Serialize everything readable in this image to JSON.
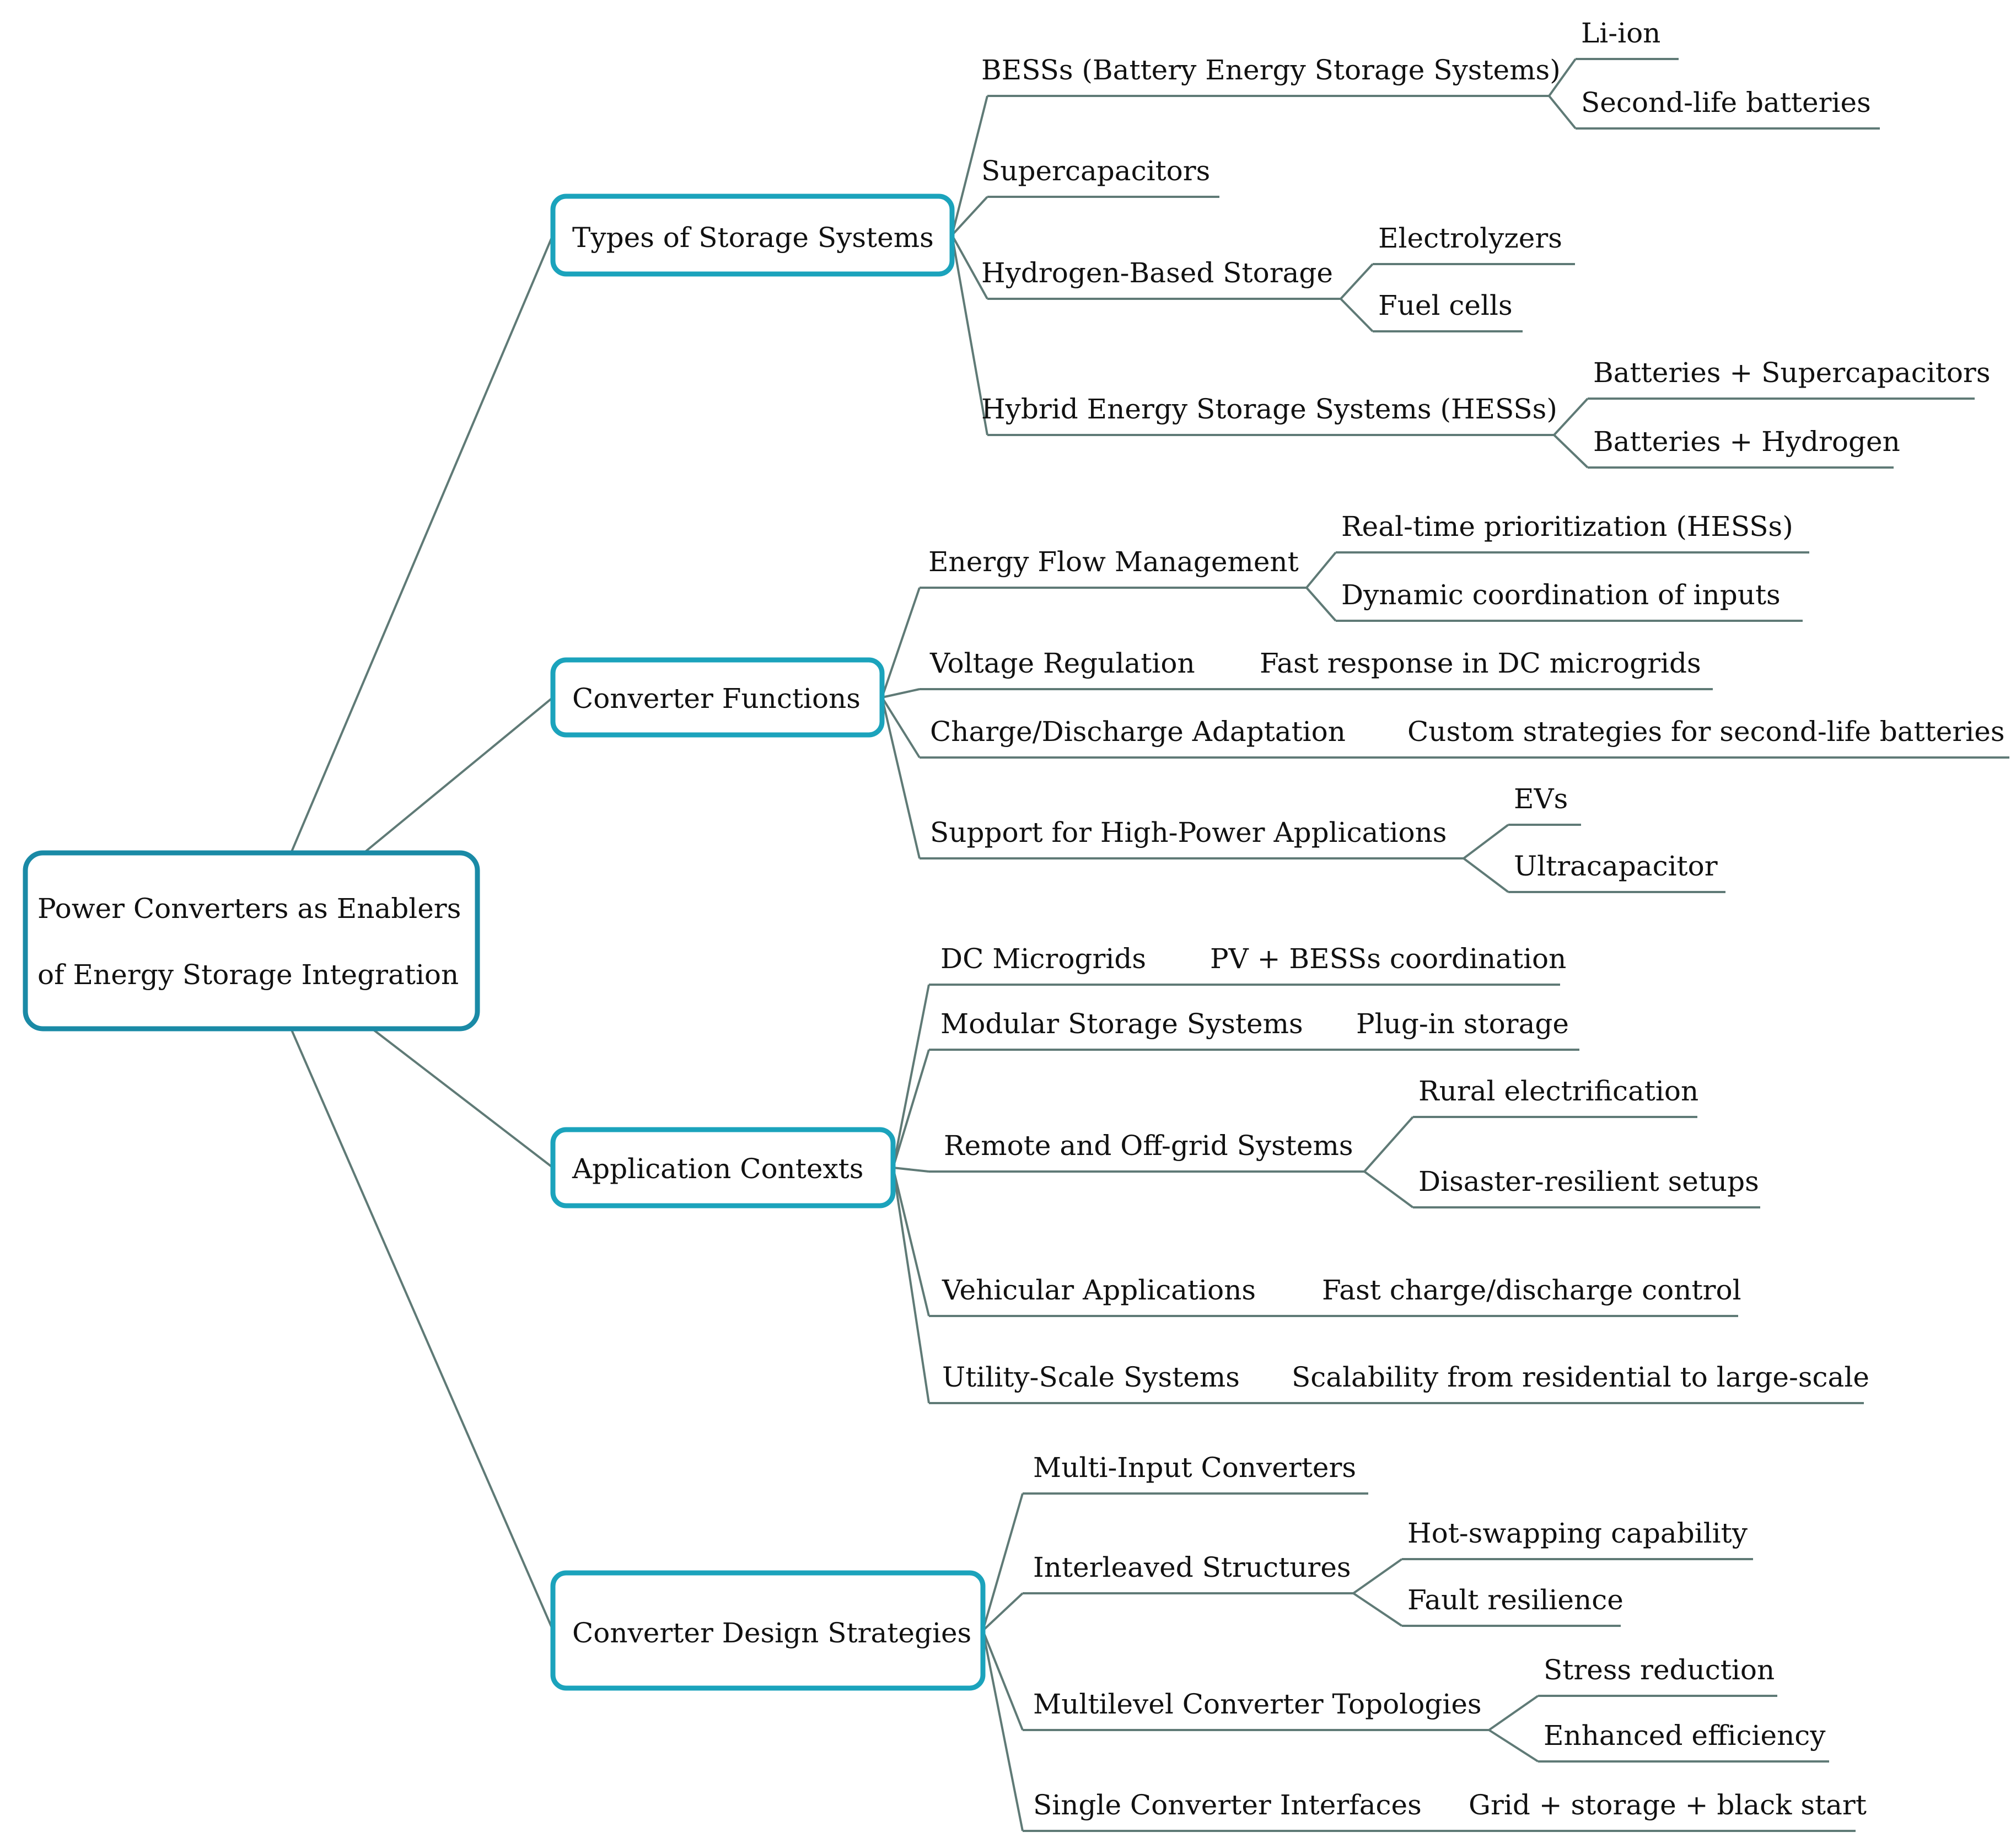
{
  "colors": {
    "root_border": "#1a8aa6",
    "branch_border": "#1ba3bc",
    "edge": "#5f7a76"
  },
  "root": {
    "lines": [
      "Power Converters as Enablers",
      "of Energy Storage Integration"
    ]
  },
  "branches": [
    {
      "label": "Types of Storage Systems",
      "children": [
        {
          "label": "BESSs (Battery Energy Storage Systems)",
          "leaves": [
            "Li-ion",
            "Second-life batteries"
          ]
        },
        {
          "label": "Supercapacitors",
          "leaves": []
        },
        {
          "label": "Hydrogen-Based Storage",
          "leaves": [
            "Electrolyzers",
            "Fuel cells"
          ]
        },
        {
          "label": "Hybrid Energy Storage Systems (HESSs)",
          "leaves": [
            "Batteries + Supercapacitors",
            "Batteries + Hydrogen"
          ]
        }
      ]
    },
    {
      "label": "Converter Functions",
      "children": [
        {
          "label": "Energy Flow Management",
          "leaves": [
            "Real-time prioritization (HESSs)",
            "Dynamic coordination of inputs"
          ]
        },
        {
          "label": "Voltage Regulation",
          "leaves": [
            "Fast response in DC microgrids"
          ]
        },
        {
          "label": "Charge/Discharge Adaptation",
          "leaves": [
            "Custom strategies for second-life batteries"
          ]
        },
        {
          "label": "Support for High-Power Applications",
          "leaves": [
            "EVs",
            "Ultracapacitor"
          ]
        }
      ]
    },
    {
      "label": "Application Contexts",
      "children": [
        {
          "label": "DC Microgrids",
          "leaves": [
            "PV + BESSs coordination"
          ]
        },
        {
          "label": "Modular Storage Systems",
          "leaves": [
            "Plug-in storage"
          ]
        },
        {
          "label": "Remote and Off-grid Systems",
          "leaves": [
            "Rural electrification",
            "Disaster-resilient setups"
          ]
        },
        {
          "label": "Vehicular Applications",
          "leaves": [
            "Fast charge/discharge control"
          ]
        },
        {
          "label": "Utility-Scale Systems",
          "leaves": [
            "Scalability from residential to large-scale"
          ]
        }
      ]
    },
    {
      "label": "Converter Design Strategies",
      "children": [
        {
          "label": "Multi-Input Converters",
          "leaves": []
        },
        {
          "label": "Interleaved Structures",
          "leaves": [
            "Hot-swapping capability",
            "Fault resilience"
          ]
        },
        {
          "label": "Multilevel Converter Topologies",
          "leaves": [
            "Stress reduction",
            "Enhanced efficiency"
          ]
        },
        {
          "label": "Single Converter Interfaces",
          "leaves": [
            "Grid + storage + black start"
          ]
        }
      ]
    }
  ]
}
